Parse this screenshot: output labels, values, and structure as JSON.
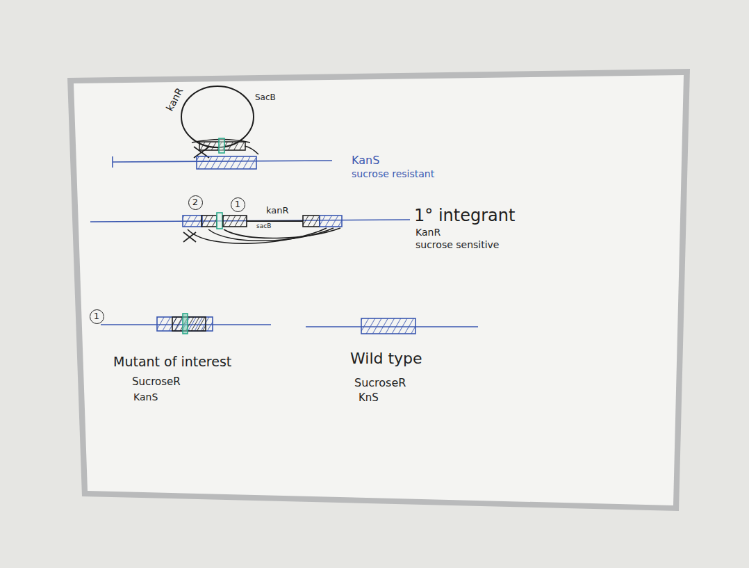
{
  "diagram": {
    "nodes": [
      {
        "text": [
          "2"
        ]
      },
      {
        "text": [
          "1"
        ]
      },
      {
        "text": [
          "1"
        ]
      }
    ],
    "labels": [
      "kanR",
      "SacB",
      "KanS",
      "sucrose resistant",
      "kanR",
      "sacB",
      "1° integrant",
      "KanR",
      "sucrose sensitive",
      "Mutant of interest",
      "SucroseR",
      "KanS",
      "Wild type",
      "SucroseR",
      "KnS"
    ]
  }
}
